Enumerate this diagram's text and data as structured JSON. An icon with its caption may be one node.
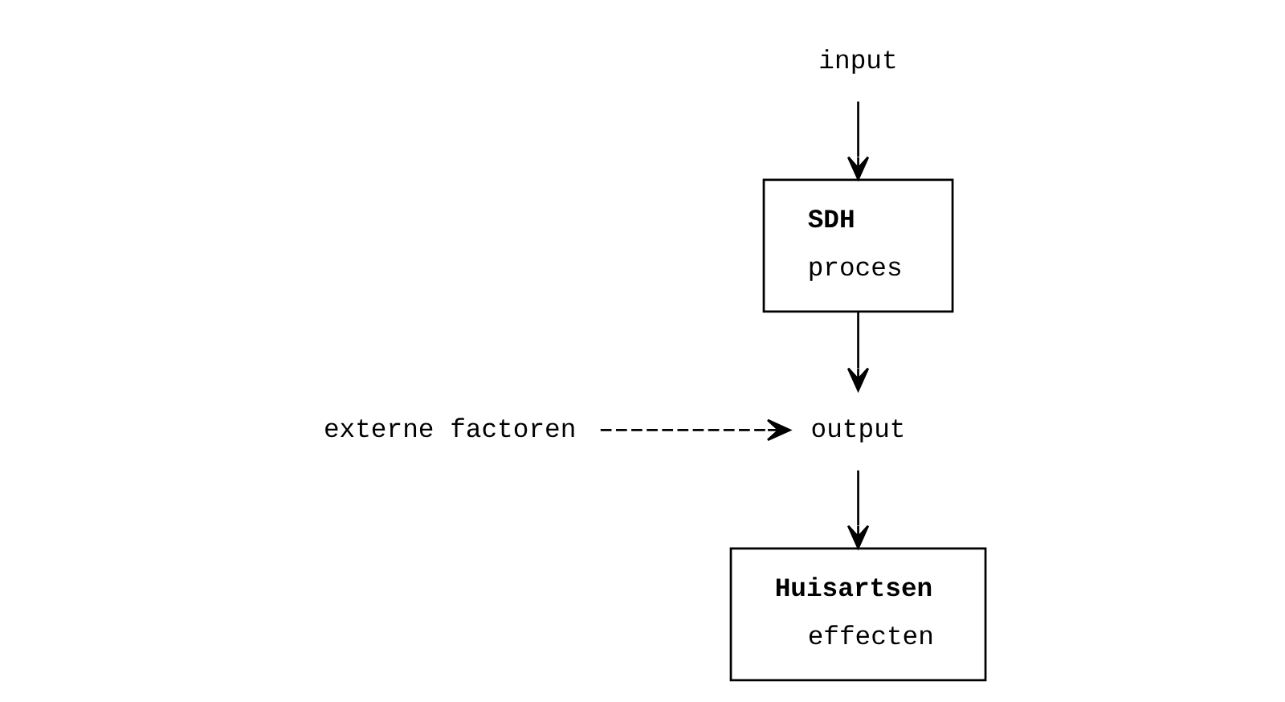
{
  "diagram": {
    "nodes": [
      {
        "text": [
          "input"
        ]
      },
      {
        "text": [
          "SDH",
          "proces"
        ]
      },
      {
        "text": [
          "output"
        ]
      },
      {
        "text": [
          "externe factoren"
        ]
      },
      {
        "text": [
          "Huisartsen",
          "effecten"
        ]
      }
    ],
    "edges": [
      {
        "from": 0,
        "to": 1,
        "arrow": "to"
      },
      {
        "from": 1,
        "to": 2,
        "arrow": "to"
      },
      {
        "from": 3,
        "to": 2,
        "arrow": "to",
        "style": "dashed"
      },
      {
        "from": 2,
        "to": 4,
        "arrow": "to"
      }
    ]
  }
}
